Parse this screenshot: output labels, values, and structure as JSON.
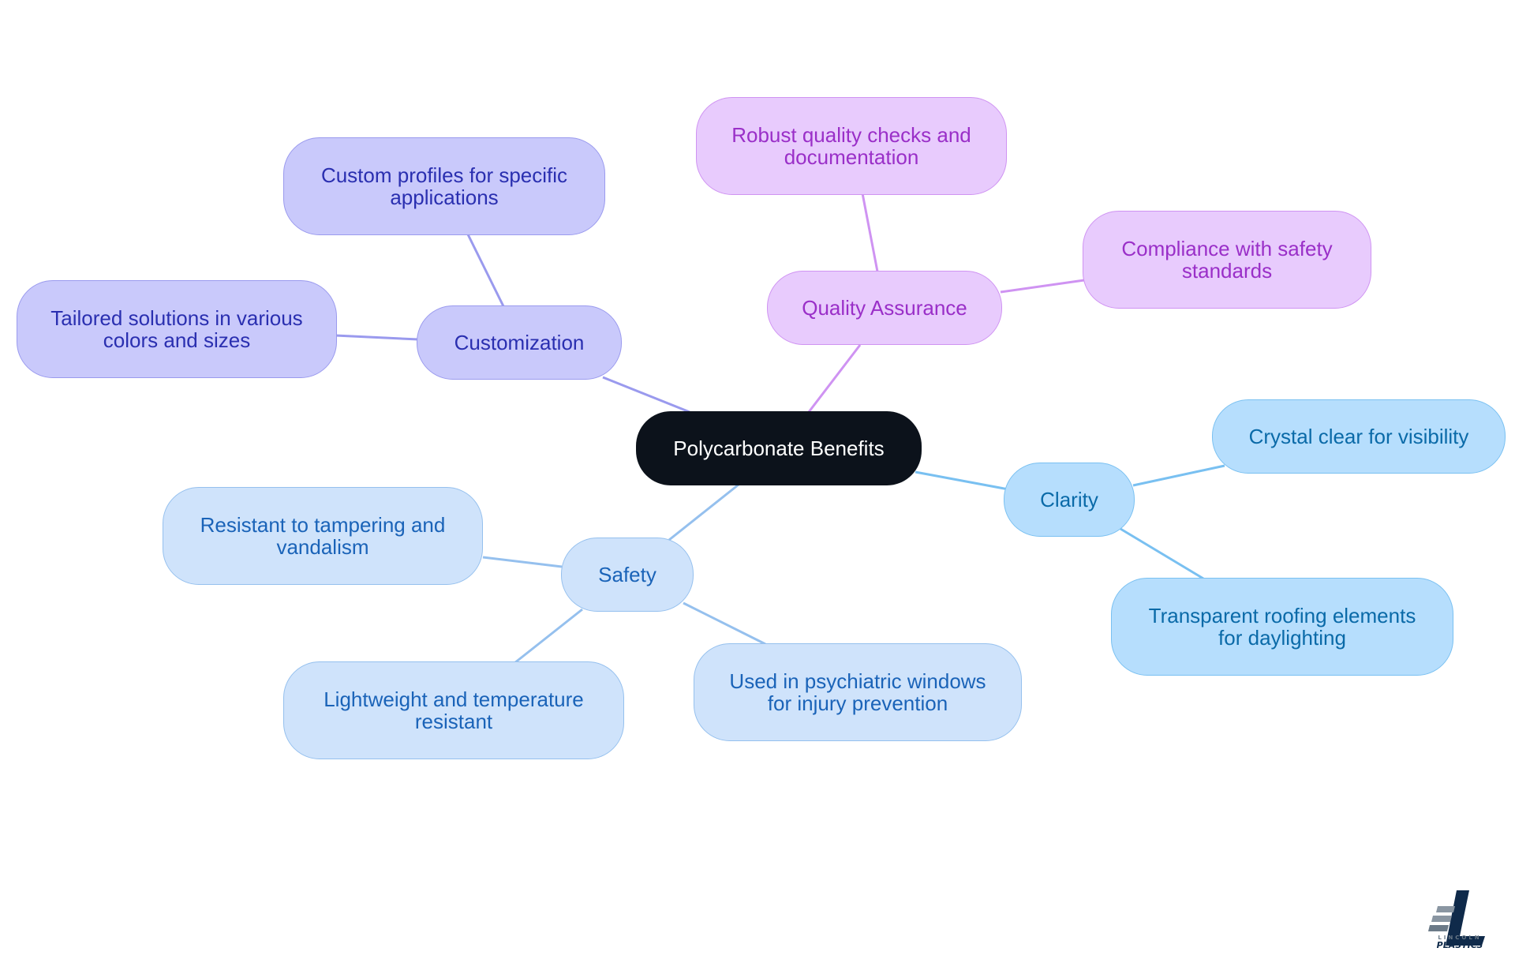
{
  "diagram": {
    "root": {
      "label": "Polycarbonate Benefits"
    },
    "branches": [
      {
        "label": "Customization",
        "color": "#9a9aee",
        "children": [
          "Custom profiles for specific applications",
          "Tailored solutions in various colors and sizes"
        ]
      },
      {
        "label": "Quality Assurance",
        "color": "#cf93f2",
        "children": [
          "Robust quality checks and documentation",
          "Compliance with safety standards"
        ]
      },
      {
        "label": "Clarity",
        "color": "#79c0f1",
        "children": [
          "Crystal clear for visibility",
          "Transparent roofing elements for daylighting"
        ]
      },
      {
        "label": "Safety",
        "color": "#95c0ee",
        "children": [
          "Resistant to tampering and vandalism",
          "Lightweight and temperature resistant",
          "Used in psychiatric windows for injury prevention"
        ]
      }
    ]
  },
  "logo": {
    "line1": "LINCOLN",
    "line2": "PLASTICS",
    "icon": "lincoln-plastics-logo-icon"
  }
}
